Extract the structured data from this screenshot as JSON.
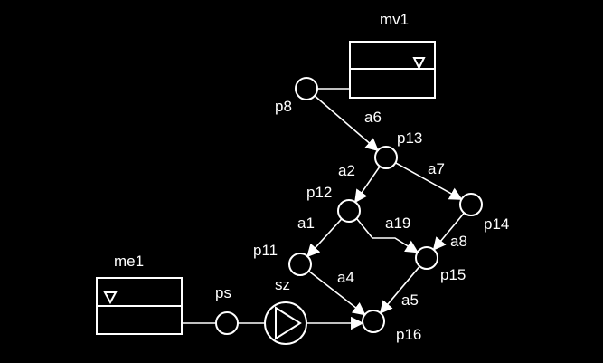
{
  "colors": {
    "background": "#000000",
    "foreground": "#ffffff"
  },
  "icons": {
    "tank_level": "triangle-down-icon",
    "pump": "pump-icon"
  },
  "tanks": [
    {
      "id": "me1",
      "label": "me1"
    },
    {
      "id": "mv1",
      "label": "mv1"
    }
  ],
  "pump": {
    "id": "sz",
    "label": "sz"
  },
  "nodes": [
    {
      "id": "p8",
      "label": "p8"
    },
    {
      "id": "p13",
      "label": "p13"
    },
    {
      "id": "p12",
      "label": "p12"
    },
    {
      "id": "p14",
      "label": "p14"
    },
    {
      "id": "p11",
      "label": "p11"
    },
    {
      "id": "p15",
      "label": "p15"
    },
    {
      "id": "p16",
      "label": "p16"
    },
    {
      "id": "ps",
      "label": "ps"
    }
  ],
  "edges": [
    {
      "id": "a6",
      "label": "a6",
      "from": "p8",
      "to": "p13"
    },
    {
      "id": "a7",
      "label": "a7",
      "from": "p13",
      "to": "p14"
    },
    {
      "id": "a2",
      "label": "a2",
      "from": "p13",
      "to": "p12"
    },
    {
      "id": "a1",
      "label": "a1",
      "from": "p12",
      "to": "p11"
    },
    {
      "id": "a19",
      "label": "a19",
      "from": "p12",
      "to": "p15"
    },
    {
      "id": "a8",
      "label": "a8",
      "from": "p14",
      "to": "p15"
    },
    {
      "id": "a4",
      "label": "a4",
      "from": "p11",
      "to": "p16"
    },
    {
      "id": "a5",
      "label": "a5",
      "from": "p15",
      "to": "p16"
    }
  ]
}
